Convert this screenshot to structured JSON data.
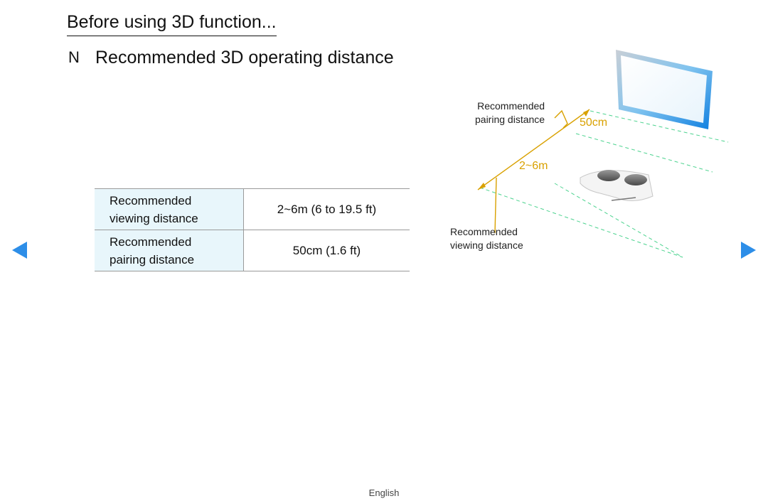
{
  "header": {
    "title": "Before using 3D function..."
  },
  "note": {
    "marker": "N",
    "heading": "Recommended 3D operating distance"
  },
  "distance_table": {
    "rows": [
      {
        "label_line1": "Recommended",
        "label_line2": "viewing distance",
        "value": "2~6m (6 to 19.5 ft)"
      },
      {
        "label_line1": "Recommended",
        "label_line2": "pairing distance",
        "value": "50cm (1.6 ft)"
      }
    ]
  },
  "illustration": {
    "pairing_label_line1": "Recommended",
    "pairing_label_line2": "pairing distance",
    "pairing_measure": "50cm",
    "viewing_measure": "2~6m",
    "viewing_label_line1": "Recommended",
    "viewing_label_line2": "viewing distance"
  },
  "footer": {
    "language": "English"
  },
  "colors": {
    "accent": "#2d8ee8",
    "measure": "#d9a100",
    "dashed_guides": "#4cd38f",
    "table_label_bg": "#e8f6fb"
  },
  "icons": {
    "prev": "left-triangle-icon",
    "next": "right-triangle-icon"
  }
}
